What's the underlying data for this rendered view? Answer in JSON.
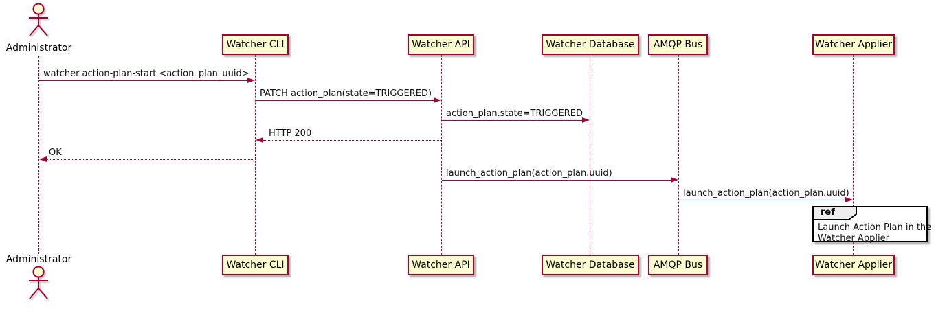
{
  "diagram": {
    "type": "uml-sequence-diagram",
    "actor": {
      "label": "Administrator"
    },
    "participants": [
      {
        "id": "watcher-cli",
        "label": "Watcher CLI"
      },
      {
        "id": "watcher-api",
        "label": "Watcher API"
      },
      {
        "id": "watcher-database",
        "label": "Watcher Database"
      },
      {
        "id": "amqp-bus",
        "label": "AMQP Bus"
      },
      {
        "id": "watcher-applier",
        "label": "Watcher Applier"
      }
    ],
    "messages": [
      {
        "from": "Administrator",
        "to": "Watcher CLI",
        "style": "solid",
        "label": "watcher action-plan-start <action_plan_uuid>"
      },
      {
        "from": "Watcher CLI",
        "to": "Watcher API",
        "style": "solid",
        "label": "PATCH action_plan(state=TRIGGERED)"
      },
      {
        "from": "Watcher API",
        "to": "Watcher Database",
        "style": "solid",
        "label": "action_plan.state=TRIGGERED"
      },
      {
        "from": "Watcher API",
        "to": "Watcher CLI",
        "style": "return",
        "label": "HTTP 200"
      },
      {
        "from": "Watcher CLI",
        "to": "Administrator",
        "style": "return",
        "label": "OK"
      },
      {
        "from": "Watcher API",
        "to": "AMQP Bus",
        "style": "solid",
        "label": "launch_action_plan(action_plan.uuid)"
      },
      {
        "from": "AMQP Bus",
        "to": "Watcher Applier",
        "style": "solid",
        "label": "launch_action_plan(action_plan.uuid)"
      }
    ],
    "ref": {
      "keyword": "ref",
      "lines": [
        "Launch Action Plan in the",
        "Watcher Applier"
      ]
    },
    "colors": {
      "participant_fill": "#FEFECE",
      "participant_border": "#A80036",
      "line_color": "#A80036",
      "text_color": "#000000",
      "ref_border": "#000000",
      "ref_tab_fill": "#EEEEEE"
    }
  }
}
